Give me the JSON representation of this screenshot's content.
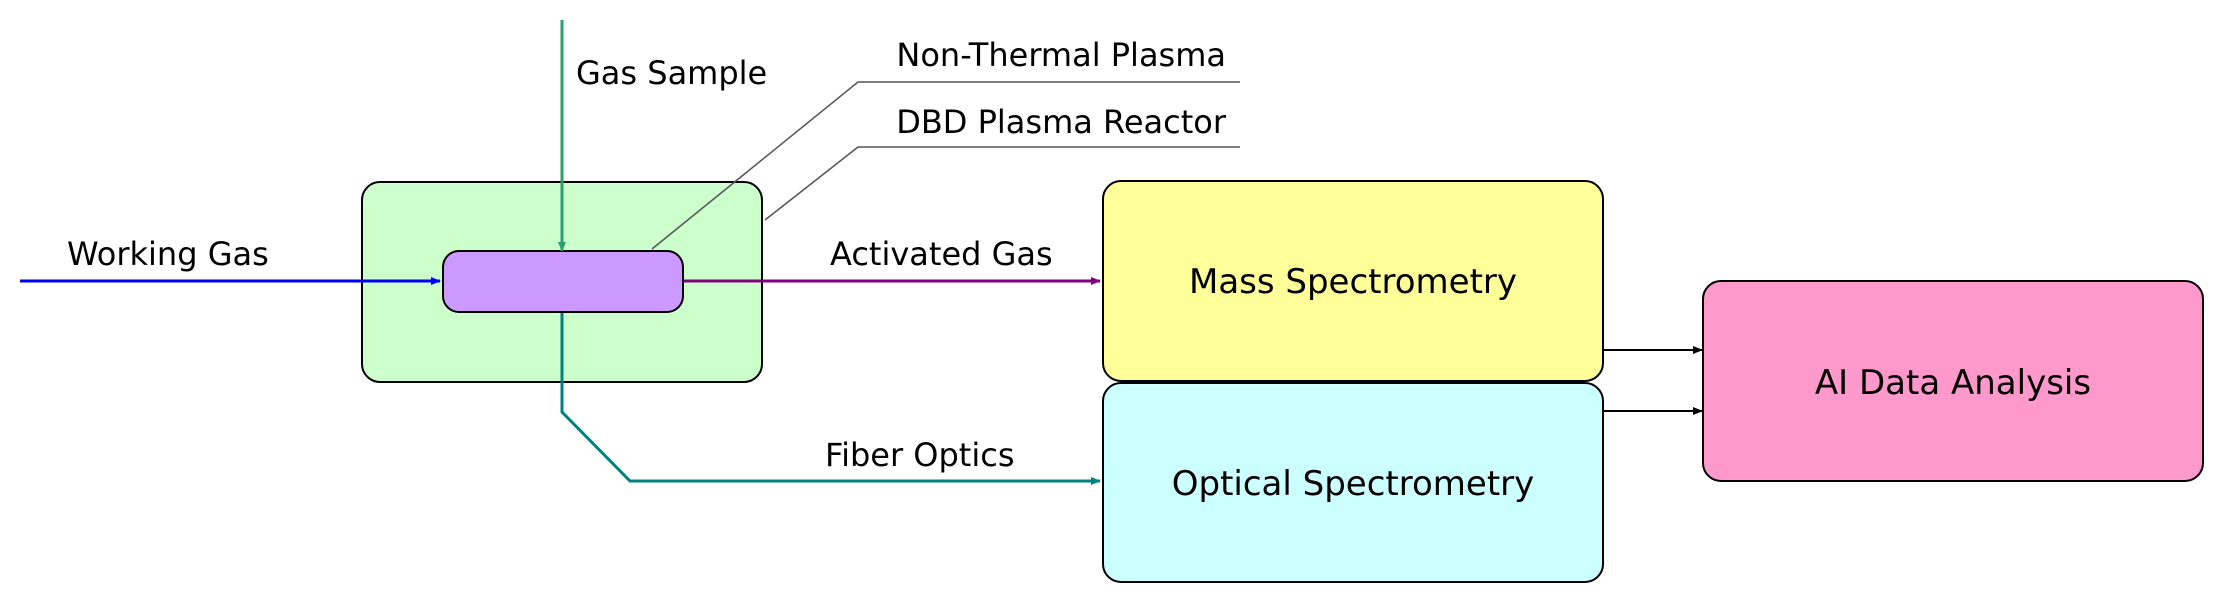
{
  "labels": {
    "gas_sample": "Gas Sample",
    "non_thermal_plasma": "Non-Thermal Plasma",
    "dbd_plasma_reactor": "DBD Plasma Reactor",
    "working_gas": "Working Gas",
    "activated_gas": "Activated Gas",
    "fiber_optics": "Fiber Optics"
  },
  "boxes": {
    "mass_spectrometry": "Mass Spectrometry",
    "optical_spectrometry": "Optical Spectrometry",
    "ai_data_analysis": "AI Data Analysis"
  },
  "colors": {
    "reactor_fill": "#ccffcc",
    "plasma_fill": "#cc99ff",
    "mass_fill": "#ffff99",
    "optical_fill": "#ccffff",
    "ai_fill": "#ff99cc",
    "working_gas_line": "#0000ee",
    "gas_sample_line": "#2e9e6e",
    "activated_gas_line": "#800080",
    "fiber_line": "#008080",
    "leader_line": "#555555",
    "output_arrow": "#000000"
  }
}
